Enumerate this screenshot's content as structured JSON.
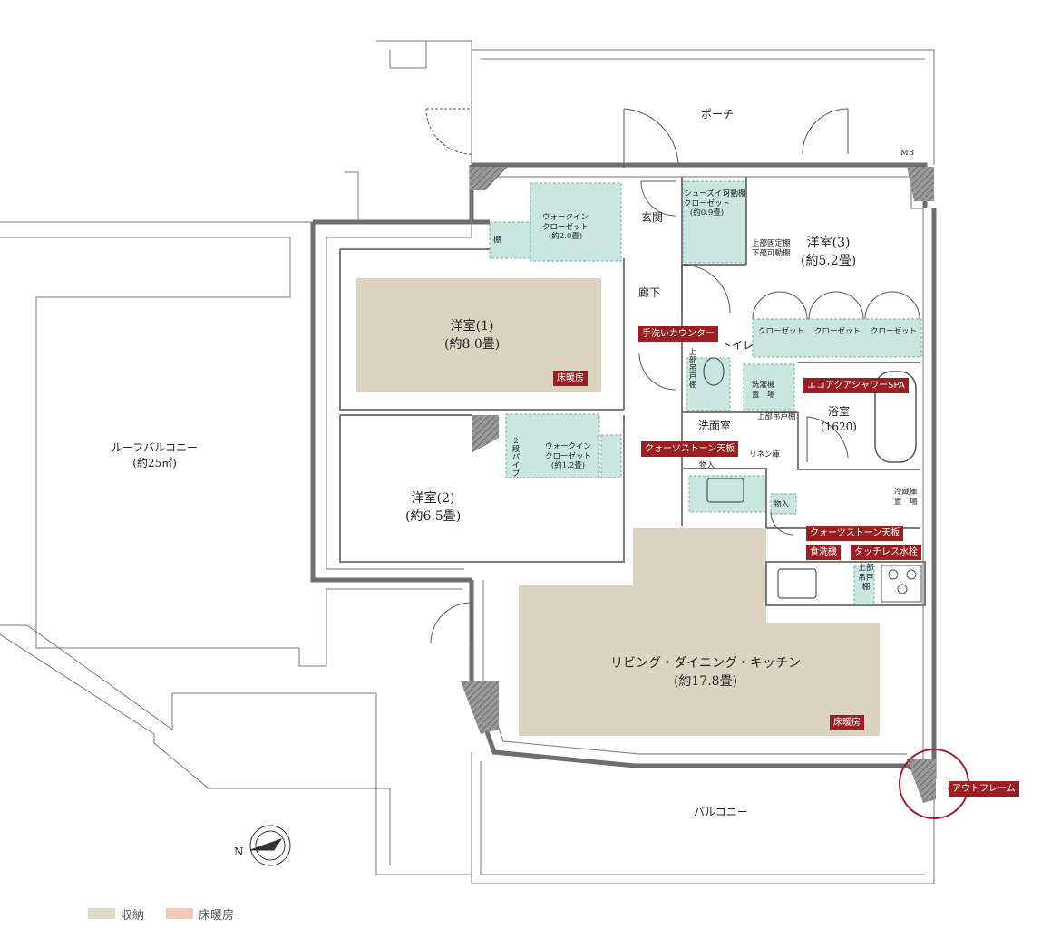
{
  "rooms": {
    "porch": "ポーチ",
    "mb": "MB",
    "entrance": "玄関",
    "hall": "廊下",
    "western1_name": "洋室(1)",
    "western1_size": "(約8.0畳)",
    "western2_name": "洋室(2)",
    "western2_size": "(約6.5畳)",
    "western3_name": "洋室(3)",
    "western3_size": "(約5.2畳)",
    "toilet": "トイレ",
    "washroom": "洗面室",
    "bath_name": "浴室",
    "bath_size": "(1620)",
    "ldk_name": "リビング・ダイニング・キッチン",
    "ldk_size": "(約17.8畳)",
    "roof_balcony_name": "ルーフバルコニー",
    "roof_balcony_size": "(約25㎡)",
    "balcony": "バルコニー"
  },
  "storage": {
    "wic1_a": "ウォークイン",
    "wic1_b": "クローゼット",
    "wic1_c": "(約2.0畳)",
    "wic2_a": "ウォークイン",
    "wic2_b": "クローゼット",
    "wic2_c": "(約1.2畳)",
    "pipe": "2段パイプ",
    "shoe_a": "シューズイン",
    "shoe_b": "クローゼット",
    "shoe_c": "(約0.9畳)",
    "movable_shelf": "可動棚",
    "upper_fixed": "上部固定棚",
    "lower_movable": "下部可動棚",
    "shelf": "棚",
    "closet": "クローゼット",
    "upper_hanging": "上部吊戸棚",
    "upper_hanging2": "上部吊戸棚",
    "upper_hanging3": "上部\n吊戸棚",
    "washer_a": "洗濯機",
    "washer_b": "置　場",
    "linen": "リネン庫",
    "storage": "物入",
    "storage2": "物入",
    "fridge_a": "冷蔵庫",
    "fridge_b": "置　場"
  },
  "tags": {
    "floor_heat_1": "床暖房",
    "floor_heat_ldk": "床暖房",
    "hand_wash": "手洗いカウンター",
    "eco_shower": "エコアクアシャワーSPA",
    "quartz_wash": "クォーツストーン天板",
    "quartz_kitchen": "クォーツストーン天板",
    "dishwasher": "食洗機",
    "touchless": "タッチレス水栓",
    "outframe": "アウトフレーム"
  },
  "compass": {
    "north": "N"
  },
  "legend": [
    {
      "label": "収納",
      "color": "#ded8c8"
    },
    {
      "label": "床暖房",
      "color": "#f2c9b3"
    }
  ],
  "colors": {
    "floor_heating_fill": "#ddd3c1",
    "storage_fill": "#c9e6df",
    "wall": "#6e6e6e",
    "accent": "#9a1f22"
  }
}
